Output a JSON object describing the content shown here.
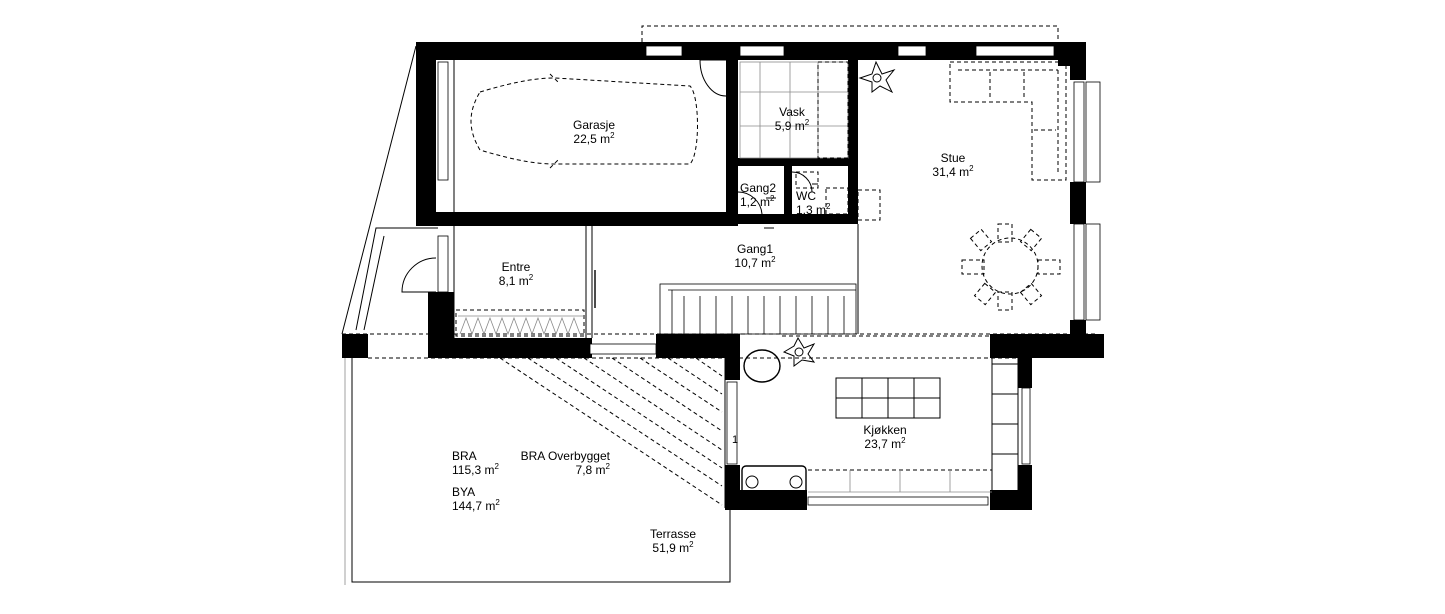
{
  "rooms": {
    "garasje": {
      "name": "Garasje",
      "area": "22,5 m",
      "sup": "2"
    },
    "vask": {
      "name": "Vask",
      "area": "5,9 m",
      "sup": "2"
    },
    "stue": {
      "name": "Stue",
      "area": "31,4 m",
      "sup": "2"
    },
    "gang2": {
      "name": "Gang2",
      "area": "1,2 m",
      "sup": "2"
    },
    "wc": {
      "name": "WC",
      "area": "1,3 m",
      "sup": "2"
    },
    "entre": {
      "name": "Entre",
      "area": "8,1 m",
      "sup": "2"
    },
    "gang1": {
      "name": "Gang1",
      "area": "10,7 m",
      "sup": "2"
    },
    "kjokken": {
      "name": "Kjøkken",
      "area": "23,7 m",
      "sup": "2"
    },
    "terrasse": {
      "name": "Terrasse",
      "area": "51,9 m",
      "sup": "2"
    }
  },
  "summary": {
    "bra": {
      "name": "BRA",
      "area": "115,3 m",
      "sup": "2"
    },
    "bra_overbygget": {
      "name": "BRA Overbygget",
      "area": "7,8 m",
      "sup": "2"
    },
    "bya": {
      "name": "BYA",
      "area": "144,7 m",
      "sup": "2"
    }
  },
  "markers": {
    "stair_mark": "1"
  }
}
